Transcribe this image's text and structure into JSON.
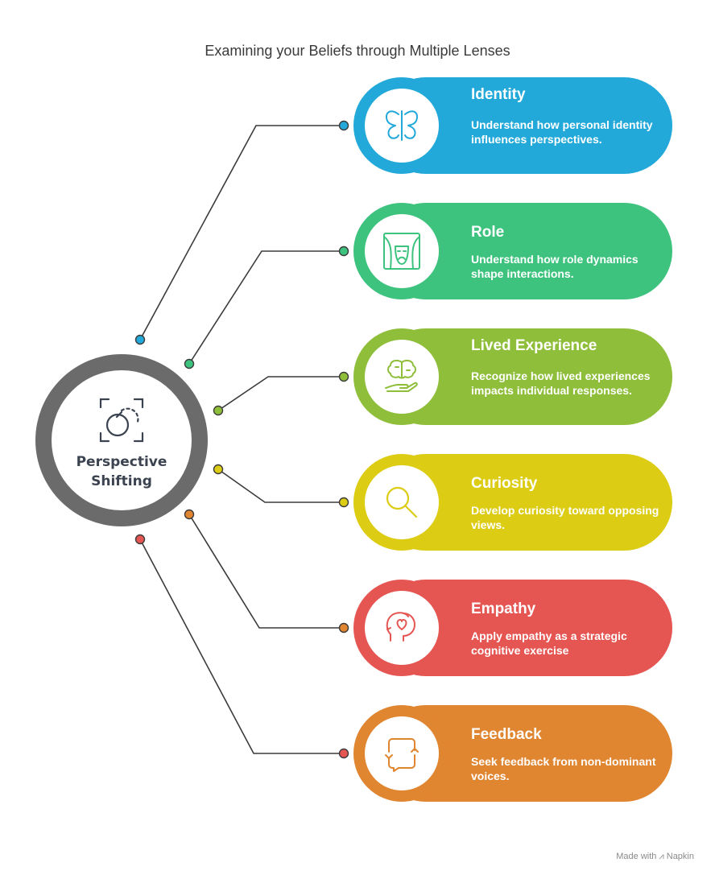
{
  "title": "Examining your Beliefs through Multiple Lenses",
  "hub": {
    "label_line1": "Perspective",
    "label_line2": "Shifting",
    "icon": "perspective-icon",
    "color": "#6b6b6b"
  },
  "items": [
    {
      "title": "Identity",
      "description": "Understand how personal identity influences perspectives.",
      "color": "#22a9da",
      "icon": "butterfly-icon"
    },
    {
      "title": "Role",
      "description": "Understand how role dynamics shape interactions.",
      "color": "#3ec37f",
      "icon": "theater-mask-icon"
    },
    {
      "title": "Lived Experience",
      "description": "Recognize how lived experiences impacts individual responses.",
      "color": "#8ebe3a",
      "icon": "brain-hand-icon"
    },
    {
      "title": "Curiosity",
      "description": "Develop curiosity toward opposing views.",
      "color": "#dccc14",
      "icon": "magnifier-icon"
    },
    {
      "title": "Empathy",
      "description": "Apply empathy as a strategic cognitive exercise",
      "color": "#e55653",
      "icon": "head-heart-icon"
    },
    {
      "title": "Feedback",
      "description": "Seek feedback from non-dominant voices.",
      "color": "#e08530",
      "icon": "feedback-arrows-icon"
    }
  ],
  "footer": {
    "credit": "Made with",
    "brand": "Napkin"
  }
}
